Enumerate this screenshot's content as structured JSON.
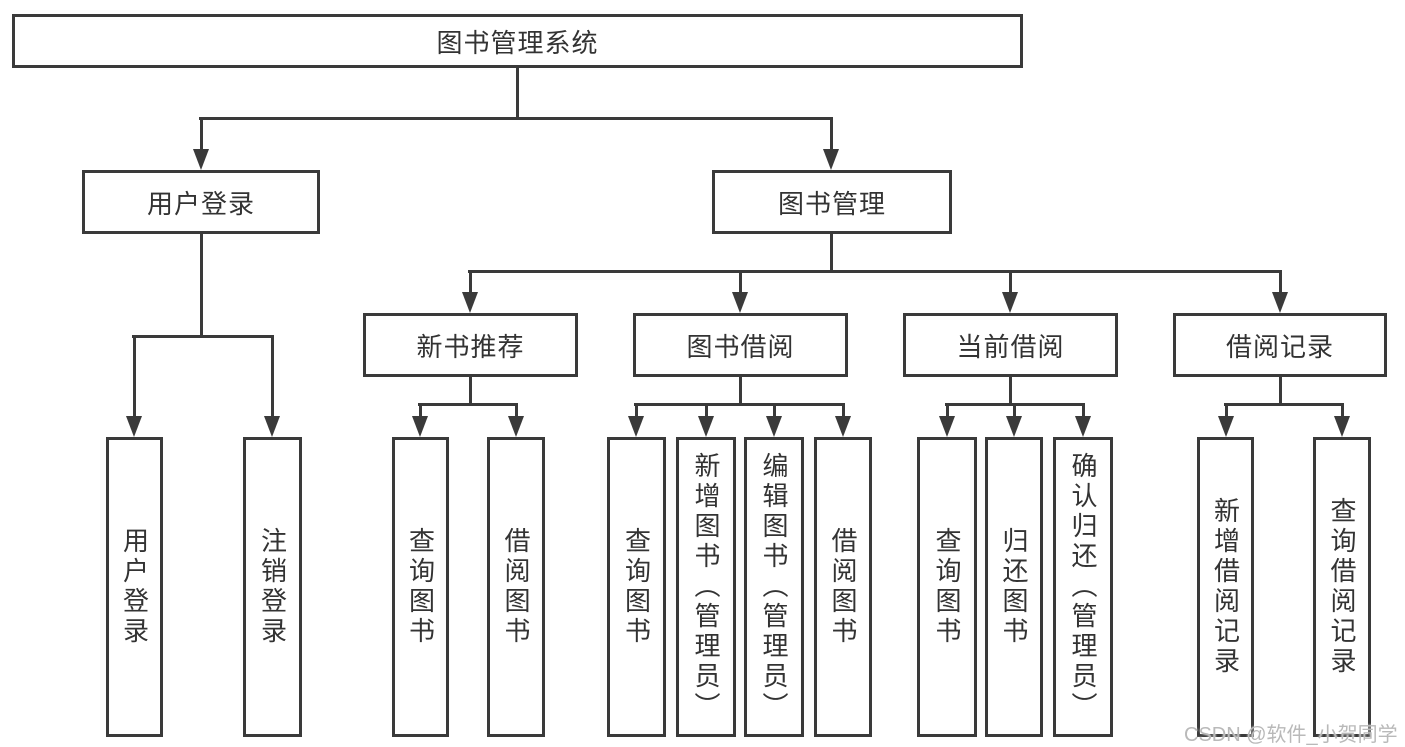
{
  "tree": {
    "root": {
      "label": "图书管理系统",
      "children": [
        {
          "label": "用户登录",
          "children": [
            {
              "label": "用户登录"
            },
            {
              "label": "注销登录"
            }
          ]
        },
        {
          "label": "图书管理",
          "children": [
            {
              "label": "新书推荐",
              "children": [
                {
                  "label": "查询图书"
                },
                {
                  "label": "借阅图书"
                }
              ]
            },
            {
              "label": "图书借阅",
              "children": [
                {
                  "label": "查询图书"
                },
                {
                  "label": "新增图书（管理员）"
                },
                {
                  "label": "编辑图书（管理员）"
                },
                {
                  "label": "借阅图书"
                }
              ]
            },
            {
              "label": "当前借阅",
              "children": [
                {
                  "label": "查询图书"
                },
                {
                  "label": "归还图书"
                },
                {
                  "label": "确认归还（管理员）"
                }
              ]
            },
            {
              "label": "借阅记录",
              "children": [
                {
                  "label": "新增借阅记录"
                },
                {
                  "label": "查询借阅记录"
                }
              ]
            }
          ]
        }
      ]
    }
  },
  "colors": {
    "line": "#3a3a3a",
    "text": "#333333",
    "watermark": "#b9b9b9",
    "background": "#ffffff"
  },
  "watermark": "CSDN @软件_小贺同学"
}
